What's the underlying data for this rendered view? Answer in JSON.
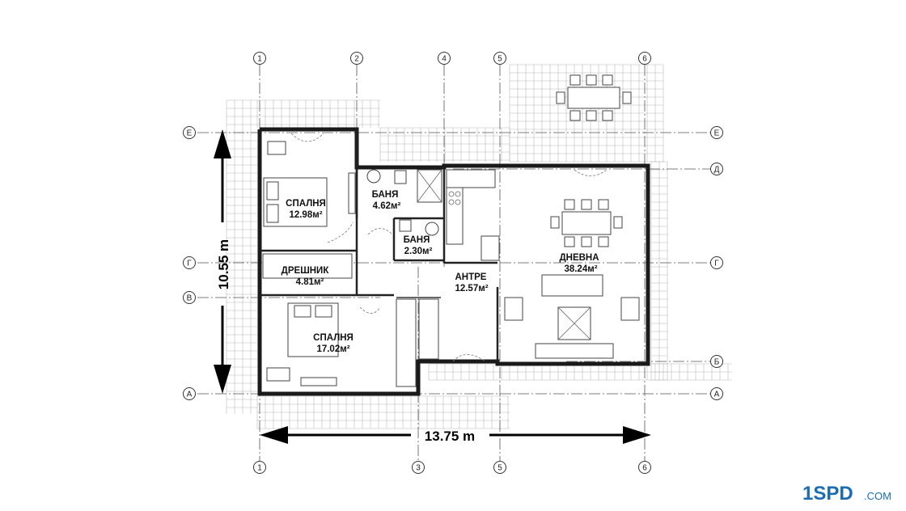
{
  "plan": {
    "rooms": [
      {
        "name": "СПАЛНЯ",
        "area": "12.98м²"
      },
      {
        "name": "БАНЯ",
        "area": "4.62м²"
      },
      {
        "name": "БАНЯ",
        "area": "2.30м²"
      },
      {
        "name": "ДРЕШНИК",
        "area": "4.81м²"
      },
      {
        "name": "АНТРЕ",
        "area": "12.57м²"
      },
      {
        "name": "ДНЕВНА",
        "area": "38.24м²"
      },
      {
        "name": "СПАЛНЯ",
        "area": "17.02м²"
      }
    ],
    "dimensions": {
      "width": "13.75 m",
      "depth": "10.55 m"
    },
    "grid_axes_top": [
      "1",
      "2",
      "4",
      "5",
      "6"
    ],
    "grid_axes_bottom": [
      "1",
      "3",
      "5",
      "6"
    ],
    "grid_axes_left": [
      "Е",
      "Г",
      "В",
      "А"
    ],
    "grid_axes_right": [
      "Е",
      "Д",
      "Г",
      "Б",
      "А"
    ]
  },
  "logo": {
    "mark": "1SPD",
    "domain": ".COM",
    "color": "#1c6db3"
  }
}
